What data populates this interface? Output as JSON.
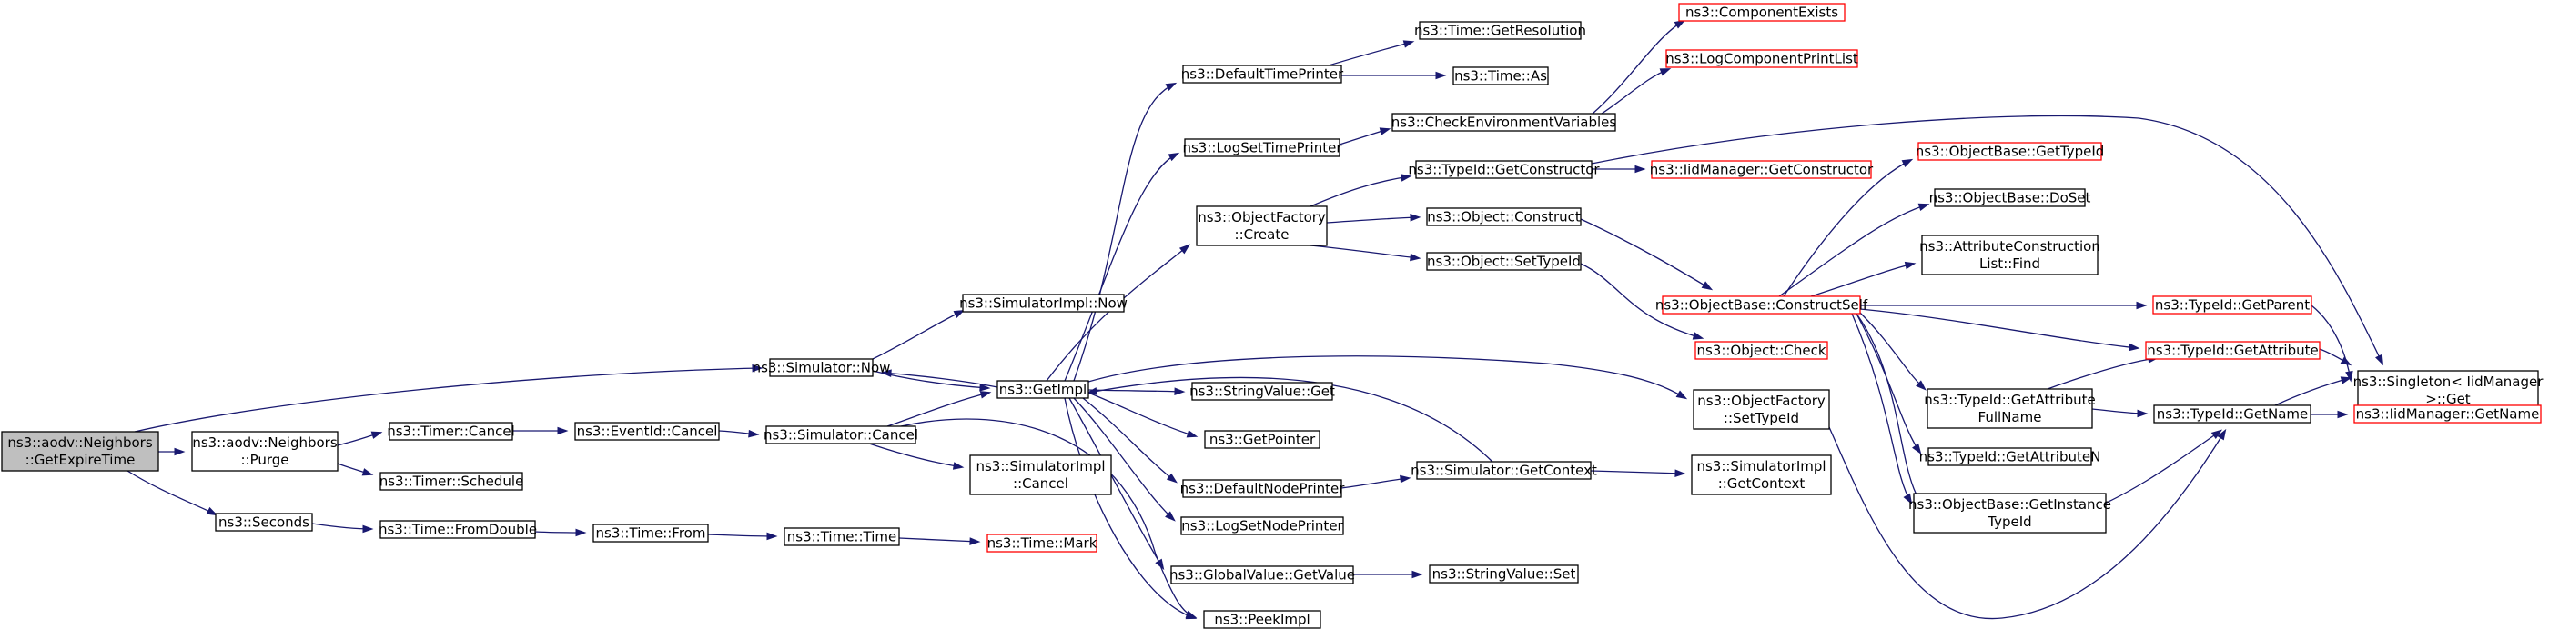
{
  "diagram": {
    "type": "call-graph",
    "colors": {
      "edge": "#191970",
      "node_border": "#000000",
      "node_border_truncated": "#ff0000",
      "root_fill": "#bfbfbf",
      "node_fill": "#ffffff"
    },
    "nodes": [
      {
        "id": "n0",
        "lines": [
          "ns3::aodv::Neighbors",
          "::GetExpireTime"
        ],
        "style": "root"
      },
      {
        "id": "n1",
        "lines": [
          "ns3::Simulator::Now"
        ]
      },
      {
        "id": "n2",
        "lines": [
          "ns3::aodv::Neighbors",
          "::Purge"
        ]
      },
      {
        "id": "n3",
        "lines": [
          "ns3::Seconds"
        ]
      },
      {
        "id": "n4",
        "lines": [
          "ns3::Timer::Cancel"
        ]
      },
      {
        "id": "n5",
        "lines": [
          "ns3::Timer::Schedule"
        ]
      },
      {
        "id": "n6",
        "lines": [
          "ns3::Time::FromDouble"
        ]
      },
      {
        "id": "n7",
        "lines": [
          "ns3::EventId::Cancel"
        ]
      },
      {
        "id": "n8",
        "lines": [
          "ns3::Time::From"
        ]
      },
      {
        "id": "n9",
        "lines": [
          "ns3::Simulator::Cancel"
        ]
      },
      {
        "id": "n10",
        "lines": [
          "ns3::Time::Time"
        ]
      },
      {
        "id": "n11",
        "lines": [
          "ns3::SimulatorImpl::Now"
        ]
      },
      {
        "id": "n12",
        "lines": [
          "ns3::GetImpl"
        ]
      },
      {
        "id": "n13",
        "lines": [
          "ns3::SimulatorImpl",
          "::Cancel"
        ]
      },
      {
        "id": "n14",
        "lines": [
          "ns3::Time::Mark"
        ],
        "style": "truncated"
      },
      {
        "id": "n15",
        "lines": [
          "ns3::DefaultTimePrinter"
        ]
      },
      {
        "id": "n16",
        "lines": [
          "ns3::LogSetTimePrinter"
        ]
      },
      {
        "id": "n17",
        "lines": [
          "ns3::ObjectFactory",
          "::Create"
        ]
      },
      {
        "id": "n18",
        "lines": [
          "ns3::StringValue::Get"
        ]
      },
      {
        "id": "n19",
        "lines": [
          "ns3::GetPointer"
        ]
      },
      {
        "id": "n20",
        "lines": [
          "ns3::DefaultNodePrinter"
        ]
      },
      {
        "id": "n21",
        "lines": [
          "ns3::LogSetNodePrinter"
        ]
      },
      {
        "id": "n22",
        "lines": [
          "ns3::GlobalValue::GetValue"
        ]
      },
      {
        "id": "n23",
        "lines": [
          "ns3::PeekImpl"
        ]
      },
      {
        "id": "n24",
        "lines": [
          "ns3::Time::GetResolution"
        ]
      },
      {
        "id": "n25",
        "lines": [
          "ns3::Time::As"
        ]
      },
      {
        "id": "n26",
        "lines": [
          "ns3::CheckEnvironmentVariables"
        ]
      },
      {
        "id": "n27",
        "lines": [
          "ns3::TypeId::GetConstructor"
        ]
      },
      {
        "id": "n28",
        "lines": [
          "ns3::Object::Construct"
        ]
      },
      {
        "id": "n29",
        "lines": [
          "ns3::Object::SetTypeId"
        ]
      },
      {
        "id": "n30",
        "lines": [
          "ns3::Simulator::GetContext"
        ]
      },
      {
        "id": "n31",
        "lines": [
          "ns3::StringValue::Set"
        ]
      },
      {
        "id": "n32",
        "lines": [
          "ns3::ComponentExists"
        ],
        "style": "truncated"
      },
      {
        "id": "n33",
        "lines": [
          "ns3::LogComponentPrintList"
        ],
        "style": "truncated"
      },
      {
        "id": "n34",
        "lines": [
          "ns3::IidManager::GetConstructor"
        ],
        "style": "truncated"
      },
      {
        "id": "n35",
        "lines": [
          "ns3::ObjectBase::ConstructSelf"
        ],
        "style": "truncated"
      },
      {
        "id": "n36",
        "lines": [
          "ns3::Object::Check"
        ],
        "style": "truncated"
      },
      {
        "id": "n37",
        "lines": [
          "ns3::ObjectFactory",
          "::SetTypeId"
        ]
      },
      {
        "id": "n38",
        "lines": [
          "ns3::SimulatorImpl",
          "::GetContext"
        ]
      },
      {
        "id": "n39",
        "lines": [
          "ns3::ObjectBase::GetTypeId"
        ],
        "style": "truncated"
      },
      {
        "id": "n40",
        "lines": [
          "ns3::ObjectBase::DoSet"
        ]
      },
      {
        "id": "n41",
        "lines": [
          "ns3::AttributeConstruction",
          "List::Find"
        ]
      },
      {
        "id": "n42",
        "lines": [
          "ns3::TypeId::GetParent"
        ],
        "style": "truncated"
      },
      {
        "id": "n43",
        "lines": [
          "ns3::TypeId::GetAttribute"
        ],
        "style": "truncated"
      },
      {
        "id": "n44",
        "lines": [
          "ns3::TypeId::GetAttribute",
          "FullName"
        ]
      },
      {
        "id": "n45",
        "lines": [
          "ns3::TypeId::GetAttributeN"
        ]
      },
      {
        "id": "n46",
        "lines": [
          "ns3::ObjectBase::GetInstance",
          "TypeId"
        ]
      },
      {
        "id": "n47",
        "lines": [
          "ns3::Singleton< IidManager",
          " >::Get"
        ]
      },
      {
        "id": "n48",
        "lines": [
          "ns3::TypeId::GetName"
        ]
      },
      {
        "id": "n49",
        "lines": [
          "ns3::IidManager::GetName"
        ],
        "style": "truncated"
      }
    ],
    "edges": [
      [
        "n0",
        "n1"
      ],
      [
        "n0",
        "n2"
      ],
      [
        "n0",
        "n3"
      ],
      [
        "n2",
        "n4"
      ],
      [
        "n2",
        "n5"
      ],
      [
        "n3",
        "n6"
      ],
      [
        "n4",
        "n7"
      ],
      [
        "n6",
        "n8"
      ],
      [
        "n7",
        "n9"
      ],
      [
        "n8",
        "n10"
      ],
      [
        "n9",
        "n12"
      ],
      [
        "n9",
        "n13"
      ],
      [
        "n9",
        "n23"
      ],
      [
        "n10",
        "n14"
      ],
      [
        "n1",
        "n11"
      ],
      [
        "n1",
        "n12"
      ],
      [
        "n12",
        "n1"
      ],
      [
        "n12",
        "n15"
      ],
      [
        "n12",
        "n16"
      ],
      [
        "n12",
        "n17"
      ],
      [
        "n12",
        "n18"
      ],
      [
        "n12",
        "n19"
      ],
      [
        "n12",
        "n20"
      ],
      [
        "n12",
        "n21"
      ],
      [
        "n12",
        "n22"
      ],
      [
        "n12",
        "n23"
      ],
      [
        "n12",
        "n37"
      ],
      [
        "n15",
        "n24"
      ],
      [
        "n15",
        "n25"
      ],
      [
        "n16",
        "n26"
      ],
      [
        "n26",
        "n32"
      ],
      [
        "n26",
        "n33"
      ],
      [
        "n17",
        "n27"
      ],
      [
        "n17",
        "n28"
      ],
      [
        "n17",
        "n29"
      ],
      [
        "n27",
        "n34"
      ],
      [
        "n27",
        "n47"
      ],
      [
        "n28",
        "n35"
      ],
      [
        "n29",
        "n36"
      ],
      [
        "n20",
        "n30"
      ],
      [
        "n30",
        "n38"
      ],
      [
        "n30",
        "n12"
      ],
      [
        "n22",
        "n31"
      ],
      [
        "n35",
        "n39"
      ],
      [
        "n35",
        "n40"
      ],
      [
        "n35",
        "n41"
      ],
      [
        "n35",
        "n42"
      ],
      [
        "n35",
        "n43"
      ],
      [
        "n35",
        "n44"
      ],
      [
        "n35",
        "n45"
      ],
      [
        "n35",
        "n46"
      ],
      [
        "n35",
        "n48"
      ],
      [
        "n37",
        "n48"
      ],
      [
        "n42",
        "n47"
      ],
      [
        "n43",
        "n47"
      ],
      [
        "n44",
        "n43"
      ],
      [
        "n44",
        "n48"
      ],
      [
        "n48",
        "n47"
      ],
      [
        "n48",
        "n49"
      ]
    ]
  }
}
